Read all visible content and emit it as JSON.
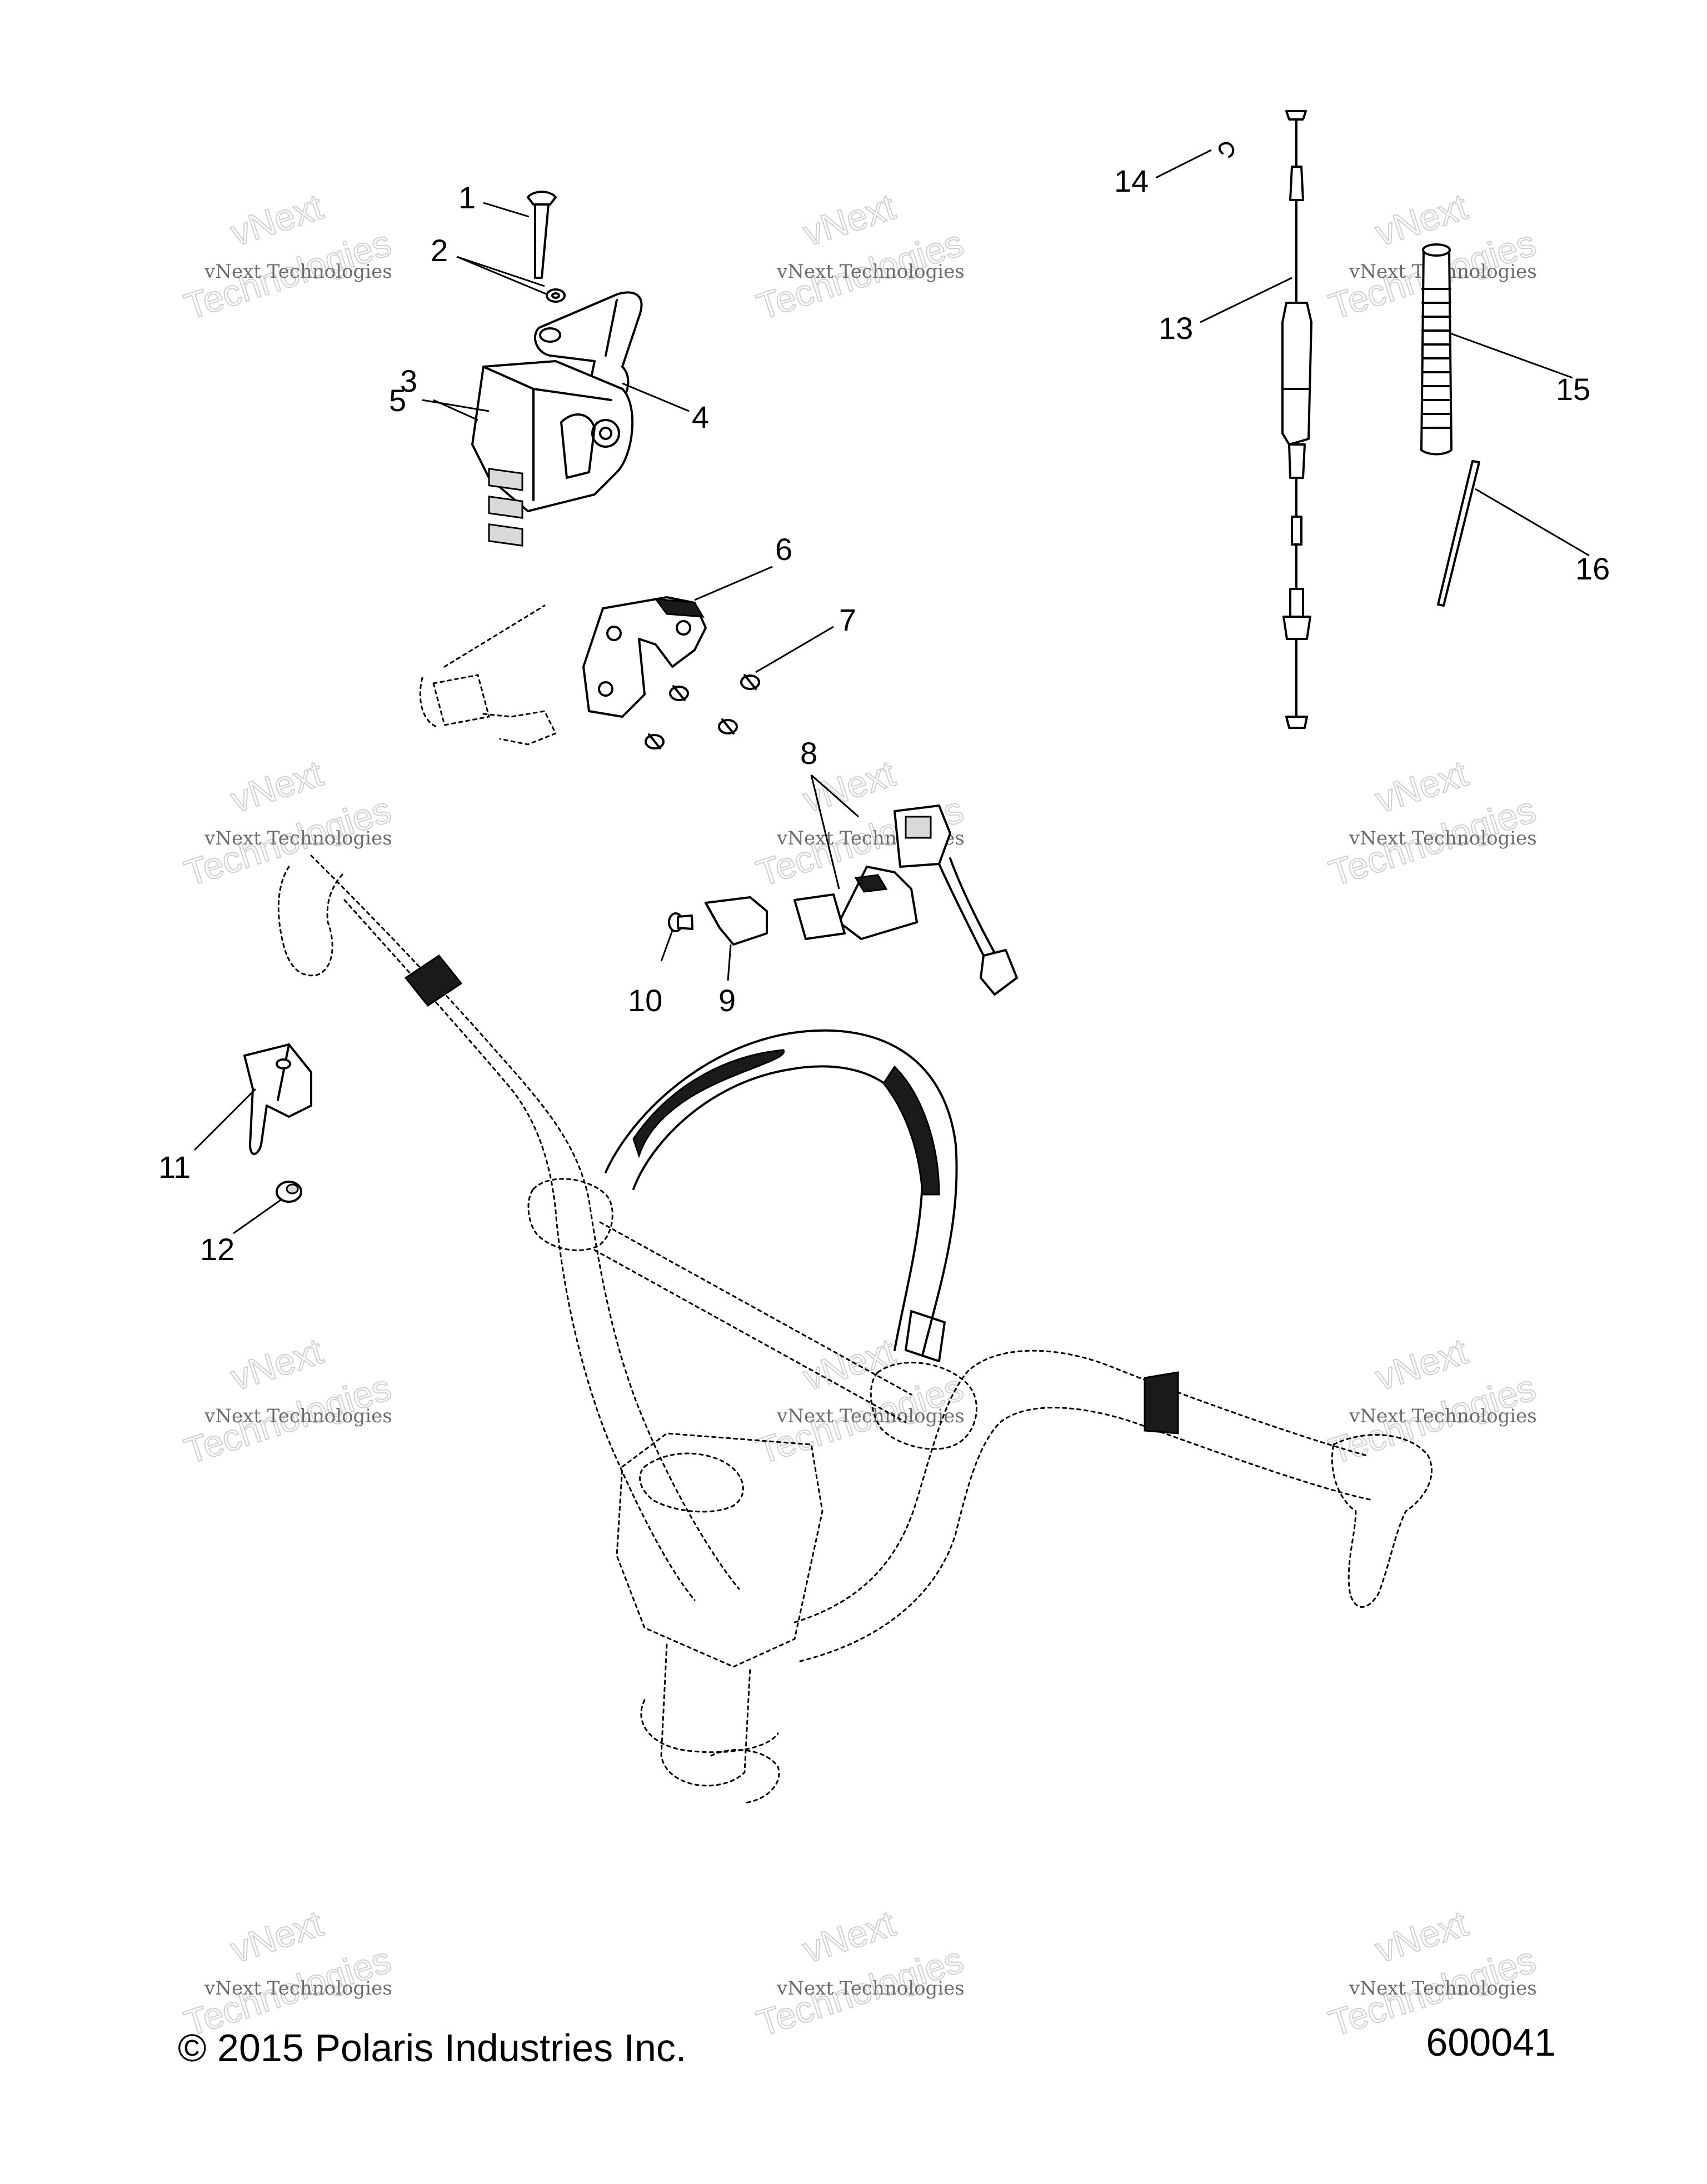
{
  "diagram": {
    "callouts": [
      "1",
      "2",
      "3",
      "4",
      "5",
      "6",
      "7",
      "8",
      "9",
      "10",
      "11",
      "12",
      "13",
      "14",
      "15",
      "16"
    ],
    "footer": {
      "copyright": "© 2015 Polaris Industries Inc.",
      "figure_number": "600041"
    },
    "watermark": {
      "line1": "vNext Technologies",
      "line2": "vNext",
      "line3": "Technologies"
    }
  }
}
